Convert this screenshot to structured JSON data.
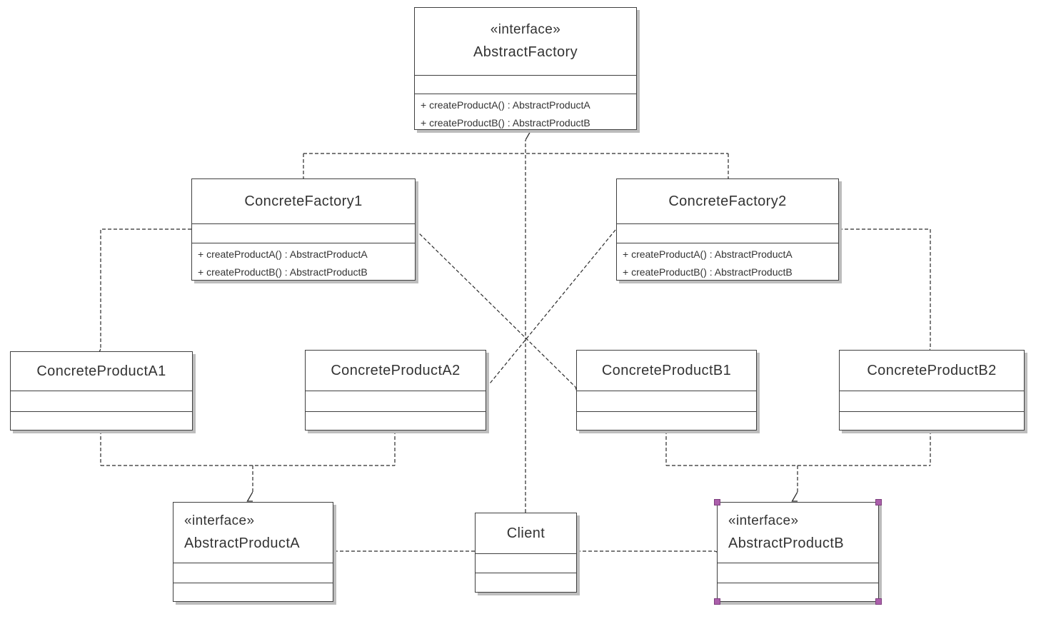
{
  "diagram": {
    "classes": {
      "abstractFactory": {
        "stereotype": "«interface»",
        "name": "AbstractFactory",
        "methods": [
          "+ createProductA() : AbstractProductA",
          "+ createProductB() : AbstractProductB"
        ]
      },
      "concreteFactory1": {
        "name": "ConcreteFactory1",
        "methods": [
          "+ createProductA() : AbstractProductA",
          "+ createProductB() : AbstractProductB"
        ]
      },
      "concreteFactory2": {
        "name": "ConcreteFactory2",
        "methods": [
          "+ createProductA() : AbstractProductA",
          "+ createProductB() : AbstractProductB"
        ]
      },
      "concreteProductA1": {
        "name": "ConcreteProductA1"
      },
      "concreteProductA2": {
        "name": "ConcreteProductA2"
      },
      "concreteProductB1": {
        "name": "ConcreteProductB1"
      },
      "concreteProductB2": {
        "name": "ConcreteProductB2"
      },
      "abstractProductA": {
        "stereotype": "«interface»",
        "name": "AbstractProductA"
      },
      "client": {
        "name": "Client"
      },
      "abstractProductB": {
        "stereotype": "«interface»",
        "name": "AbstractProductB",
        "selected": "true"
      }
    },
    "colors": {
      "background": "#ffffff",
      "line": "#2a2a2a",
      "box_border": "#3f3f3f",
      "box_shadow": "#bdbdbd",
      "text": "#333333",
      "selection_handle": "#ab5fab"
    }
  }
}
